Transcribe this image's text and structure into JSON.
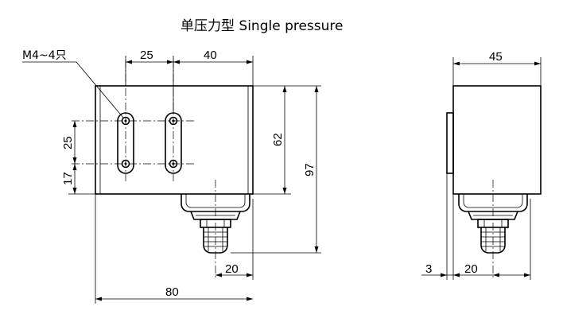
{
  "title": "单压力型 Single pressure",
  "hole_note": "M4~4只",
  "front_view": {
    "dim_top_left": "25",
    "dim_top_right": "40",
    "dim_left_upper": "25",
    "dim_left_lower": "17",
    "dim_body_height": "62",
    "dim_total_height": "97",
    "dim_fitting_width": "20",
    "dim_total_width": "80"
  },
  "side_view": {
    "dim_top_width": "45",
    "dim_offset": "3",
    "dim_fitting_width": "20"
  }
}
